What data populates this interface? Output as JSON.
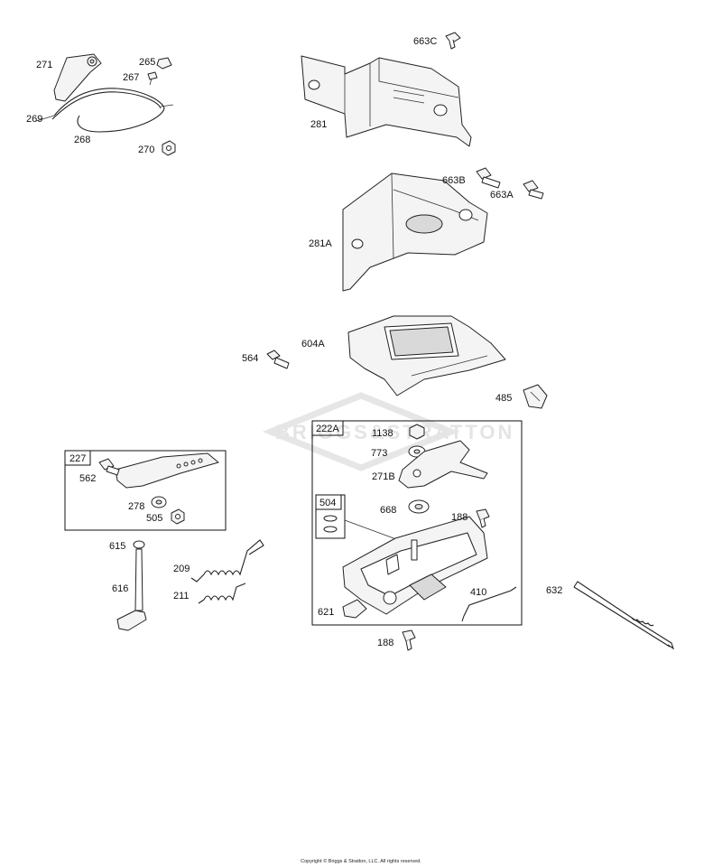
{
  "watermark": {
    "text": "BRIGGS&STRATTON"
  },
  "copyright": "Copyright © Briggs & Stratton, LLC. All rights reserved.",
  "boxes": [
    {
      "id": "227",
      "label": "227"
    },
    {
      "id": "222A",
      "label": "222A"
    },
    {
      "id": "504",
      "label": "504"
    }
  ],
  "labels": {
    "p271": "271",
    "p265": "265",
    "p267": "267",
    "p269": "269",
    "p268": "268",
    "p270": "270",
    "p663C": "663C",
    "p281": "281",
    "p663B": "663B",
    "p663A": "663A",
    "p281A": "281A",
    "p564": "564",
    "p604A": "604A",
    "p485": "485",
    "p562": "562",
    "p278": "278",
    "p505": "505",
    "p1138": "1138",
    "p773": "773",
    "p271B": "271B",
    "p668": "668",
    "p188a": "188",
    "p410": "410",
    "p621": "621",
    "p188b": "188",
    "p632": "632",
    "p615": "615",
    "p616": "616",
    "p209": "209",
    "p211": "211"
  }
}
